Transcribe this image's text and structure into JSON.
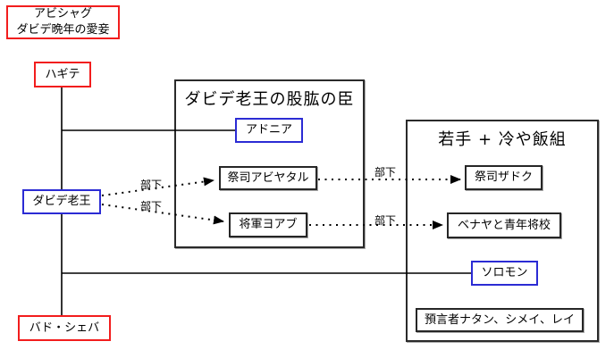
{
  "diagram": {
    "description_note": "",
    "colors": {
      "red_border": "#f21d1d",
      "blue_border": "#2b2bd4",
      "black_border": "#262626",
      "background": "#ffffff",
      "text": "#000000"
    },
    "groups": {
      "retainers": {
        "title": "ダビデ老王の股肱の臣"
      },
      "young": {
        "title": "若手 + 冷や飯組"
      }
    },
    "nodes": {
      "abishag": {
        "line1": "アビシャグ",
        "line2": "ダビデ晩年の愛妾",
        "border": "red"
      },
      "hagite": {
        "label": "ハギテ",
        "border": "red"
      },
      "david": {
        "label": "ダビデ老王",
        "border": "blue"
      },
      "bathsheba": {
        "label": "バド・シェバ",
        "border": "red"
      },
      "adonijah": {
        "label": "アドニア",
        "border": "blue"
      },
      "abiathar": {
        "label": "祭司アビヤタル",
        "border": "black"
      },
      "joab": {
        "label": "将軍ヨアブ",
        "border": "black"
      },
      "zadok": {
        "label": "祭司ザドク",
        "border": "black"
      },
      "benaiah": {
        "label": "ベナヤと青年将校",
        "border": "black"
      },
      "solomon": {
        "label": "ソロモン",
        "border": "blue"
      },
      "prophets": {
        "label": "預言者ナタン、シメイ、レイ",
        "border": "black"
      }
    },
    "edges": [
      {
        "from": "ダビデ老王",
        "to": "祭司アビヤタル",
        "label": "部下",
        "style": "dotted-arrow"
      },
      {
        "from": "ダビデ老王",
        "to": "将軍ヨアブ",
        "label": "部下",
        "style": "dotted-arrow"
      },
      {
        "from": "祭司アビヤタル",
        "to": "祭司ザドク",
        "label": "部下",
        "style": "dotted-arrow"
      },
      {
        "from": "将軍ヨアブ",
        "to": "ベナヤと青年将校",
        "label": "部下",
        "style": "dotted-arrow"
      }
    ],
    "family_lines": [
      {
        "from": "ハギテ",
        "to": "バド・シェバ",
        "style": "solid-vertical"
      },
      {
        "from": "family-line",
        "to": "アドニア",
        "style": "solid-horizontal"
      },
      {
        "from": "family-line",
        "to": "ソロモン",
        "style": "solid-horizontal"
      }
    ]
  }
}
